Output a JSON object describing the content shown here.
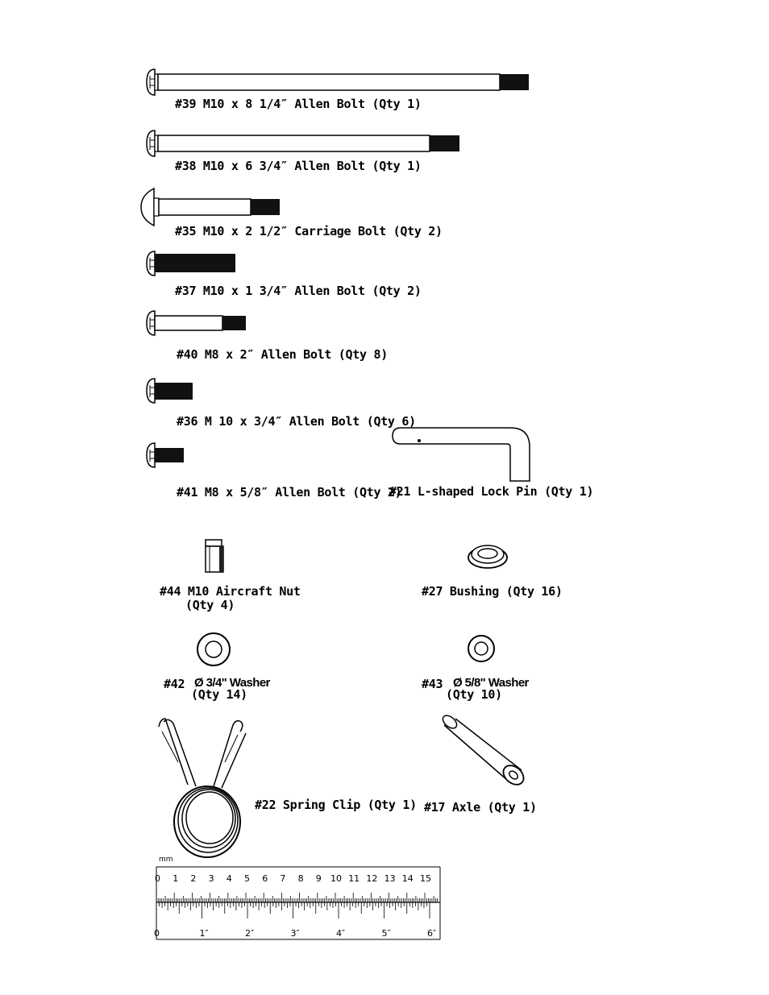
{
  "parts": [
    {
      "id": "p39",
      "label": "#39 M10 x 8 1/4″ Allen Bolt (Qty 1)"
    },
    {
      "id": "p38",
      "label": "#38 M10 x 6 3/4″ Allen Bolt (Qty 1)"
    },
    {
      "id": "p35",
      "label": "#35 M10 x 2 1/2″ Carriage Bolt (Qty 2)"
    },
    {
      "id": "p37",
      "label": "#37 M10 x 1 3/4″ Allen Bolt (Qty 2)"
    },
    {
      "id": "p40",
      "label": "#40 M8 x 2″ Allen Bolt (Qty 8)"
    },
    {
      "id": "p36",
      "label": "#36 M 10 x 3/4″ Allen Bolt (Qty 6)"
    },
    {
      "id": "p41",
      "label": "#41 M8 x 5/8″ Allen Bolt (Qty 2)"
    },
    {
      "id": "p21",
      "label": "#21 L-shaped Lock Pin (Qty 1)"
    },
    {
      "id": "p44",
      "label": "#44 M10 Aircraft Nut",
      "qty": "(Qty 4)"
    },
    {
      "id": "p27",
      "label": "#27 Bushing (Qty 16)"
    },
    {
      "id": "p42",
      "num": "#42",
      "label": "Ø 3/4\" Washer",
      "qty": "(Qty 14)"
    },
    {
      "id": "p43",
      "num": "#43",
      "label": "Ø 5/8\" Washer",
      "qty": "(Qty 10)"
    },
    {
      "id": "p22",
      "label": "#22 Spring Clip (Qty 1)"
    },
    {
      "id": "p17",
      "label": "#17 Axle (Qty 1)"
    }
  ],
  "ruler": {
    "unit_label": "mm",
    "mm_labels": [
      "0",
      "1",
      "2",
      "3",
      "4",
      "5",
      "6",
      "7",
      "8",
      "9",
      "10",
      "11",
      "12",
      "13",
      "14",
      "15"
    ],
    "inch_labels": [
      "0",
      "1″",
      "2″",
      "3″",
      "4″",
      "5″",
      "6″"
    ]
  }
}
